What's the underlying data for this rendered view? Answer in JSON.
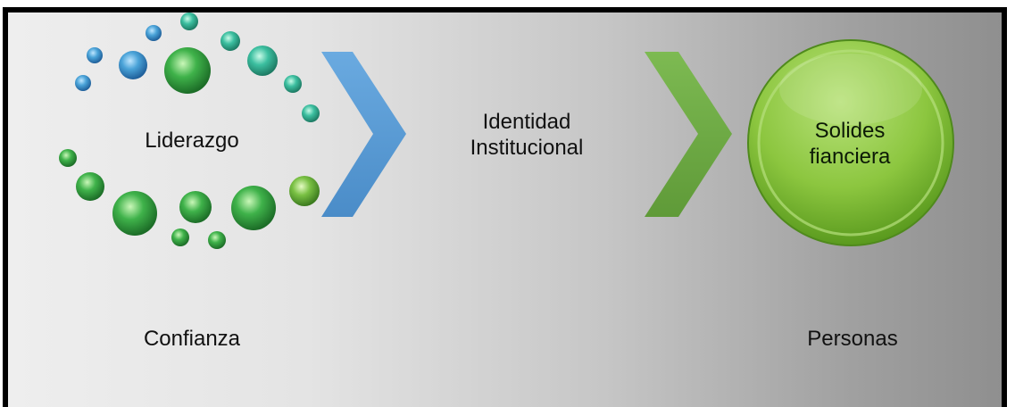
{
  "labels": {
    "liderazgo": "Liderazgo",
    "identidad_line1": "Identidad",
    "identidad_line2": "Institucional",
    "solides_line1": "Solides",
    "solides_line2": "fianciera",
    "confianza": "Confianza",
    "personas": "Personas"
  },
  "colors": {
    "blue_chevron": "#5b9bd5",
    "green_chevron": "#70ad47",
    "green_circle": "#8cc63f",
    "bubble_blue": "#4aa3d8",
    "bubble_teal": "#3cbfa0",
    "bubble_green": "#3fb24a"
  }
}
